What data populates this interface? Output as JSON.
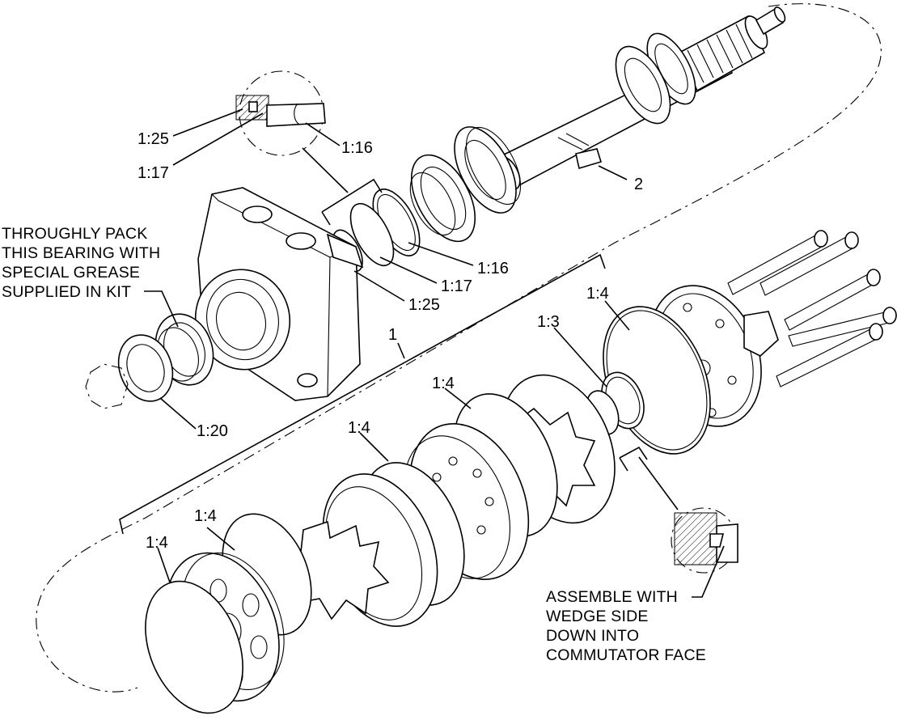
{
  "labels": {
    "l_1_25_top": "1:25",
    "l_1_17_top": "1:17",
    "l_1_16_top": "1:16",
    "l_2": "2",
    "l_1_16_mid": "1:16",
    "l_1_17_mid": "1:17",
    "l_1_25_mid": "1:25",
    "l_1_20": "1:20",
    "l_1": "1",
    "l_1_4_a": "1:4",
    "l_1_3": "1:3",
    "l_1_4_b": "1:4",
    "l_1_4_c": "1:4",
    "l_1_4_d": "1:4",
    "l_1_4_e": "1:4"
  },
  "notes": {
    "bearing": [
      "THROUGHLY PACK",
      "THIS BEARING WITH",
      "SPECIAL GREASE",
      "SUPPLIED IN KIT"
    ],
    "wedge": [
      "ASSEMBLE WITH",
      "WEDGE SIDE",
      "DOWN INTO",
      "COMMUTATOR FACE"
    ]
  }
}
